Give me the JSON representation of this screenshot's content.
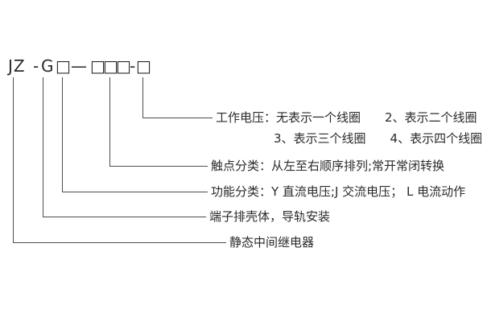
{
  "model_code": {
    "prefix": "JZ",
    "dash1": "-",
    "series": "G",
    "dash2": "—",
    "dash3": "-",
    "box_symbol": "□",
    "full_code": "JZ-G□—□□□-□"
  },
  "callouts": {
    "working_voltage_line1": "工作电压：无表示一个线圈　　2、表示二个线圈",
    "working_voltage_line2": "3、表示三个线圈　　4、表示四个线圈",
    "contact_class": "触点分类：从左至右顺序排列;常开常闭转换",
    "function_class": "功能分类：Y 直流电压;J 交流电压； L 电流动作",
    "housing": "端子排壳体，导轨安装",
    "relay_type": "静态中间继电器"
  }
}
